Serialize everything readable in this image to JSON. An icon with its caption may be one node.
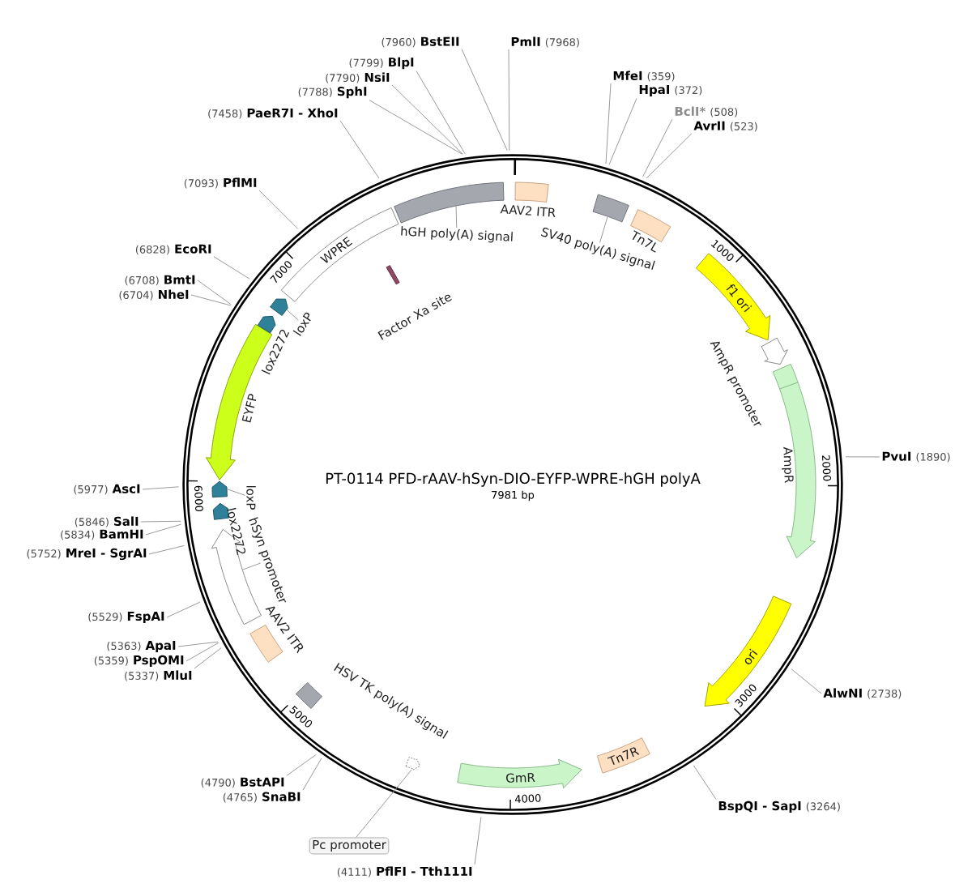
{
  "diagram": {
    "title": "PT-0114 PFD-rAAV-hSyn-DIO-EYFP-WPRE-hGH polyA",
    "nodes": [
      {
        "text": [
          "AAV2 ITR"
        ]
      },
      {
        "text": [],
        "shape": "box"
      },
      {
        "text": [
          "SV40 poly(A) signal"
        ]
      },
      {
        "text": [
          "Tn7L"
        ]
      },
      {
        "text": [
          "f1 ori"
        ]
      },
      {
        "text": [
          "AmpR promoter"
        ]
      },
      {
        "text": [
          "AmpR"
        ]
      },
      {
        "text": [
          "ori"
        ]
      },
      {
        "text": [
          "Tn7R"
        ]
      },
      {
        "text": [
          "GmR"
        ]
      },
      {
        "text": [],
        "shape": "bar"
      },
      {
        "text": [
          "Pc promoter"
        ]
      },
      {
        "text": [
          "HSV TK poly(A) signal"
        ]
      },
      {
        "text": [
          "AAV2 ITR"
        ]
      },
      {
        "text": [],
        "shape": "bar"
      },
      {
        "text": [
          "hSyn promoter"
        ]
      },
      {
        "text": [
          "lox2272"
        ]
      },
      {
        "text": [],
        "shape": "bar"
      },
      {
        "text": [
          "loxP"
        ]
      },
      {
        "text": [
          "EYFP"
        ]
      },
      {
        "text": [
          "lox2272"
        ]
      },
      {
        "text": [],
        "shape": "bar"
      },
      {
        "text": [
          "loxP"
        ]
      },
      {
        "text": [
          "WPRE"
        ]
      },
      {
        "text": [
          "Factor Xa site"
        ]
      },
      {
        "text": [],
        "shape": "box"
      },
      {
        "text": [
          "hGH poly(A) signal"
        ]
      },
      {
        "text": [
          "MfeI"
        ],
        "beside": [
          "(359)"
        ]
      },
      {
        "text": [
          "HpaI"
        ],
        "beside": [
          "(372)"
        ]
      },
      {
        "text": [
          "BclI*"
        ],
        "beside": [
          "(508)"
        ]
      },
      {
        "text": [
          "AvrII"
        ],
        "beside": [
          "(523)"
        ]
      },
      {
        "text": [
          "PvuI"
        ],
        "beside": [
          "(1890)"
        ]
      },
      {
        "text": [
          "AlwNI"
        ],
        "beside": [
          "(2738)"
        ]
      },
      {
        "text": [
          "BspQI - SapI"
        ],
        "beside": [
          "(3264)"
        ]
      },
      {
        "text": [
          "PflFI - Tth111I"
        ],
        "beside": [
          "(4111)"
        ]
      },
      {
        "text": [
          "SnaBI"
        ],
        "beside": [
          "(4765)"
        ]
      },
      {
        "text": [
          "BstAPI"
        ],
        "beside": [
          "(4790)"
        ]
      },
      {
        "text": [
          "MluI"
        ],
        "beside": [
          "(5337)"
        ]
      },
      {
        "text": [
          "PspOMI"
        ],
        "beside": [
          "(5359)"
        ]
      },
      {
        "text": [
          "ApaI"
        ],
        "beside": [
          "(5363)"
        ]
      },
      {
        "text": [
          "FspAI"
        ],
        "beside": [
          "(5529)"
        ]
      },
      {
        "text": [
          "MreI - SgrAI"
        ],
        "beside": [
          "(5752)"
        ]
      },
      {
        "text": [
          "BamHI"
        ],
        "beside": [
          "(5834)"
        ]
      },
      {
        "text": [
          "SalI"
        ],
        "beside": [
          "(5846)"
        ]
      },
      {
        "text": [
          "AscI"
        ],
        "beside": [
          "(5977)"
        ]
      },
      {
        "text": [
          "NheI"
        ],
        "beside": [
          "(6704)"
        ]
      },
      {
        "text": [
          "BmtI"
        ],
        "beside": [
          "(6708)"
        ]
      },
      {
        "text": [
          "EcoRI"
        ],
        "beside": [
          "(6828)"
        ]
      },
      {
        "text": [
          "PflMI"
        ],
        "beside": [
          "(7093)"
        ]
      },
      {
        "text": [
          "PaeR7I - XhoI"
        ],
        "beside": [
          "(7458)"
        ]
      },
      {
        "text": [
          "SphI"
        ],
        "beside": [
          "(7788)"
        ]
      },
      {
        "text": [
          "NsiI"
        ],
        "beside": [
          "(7790)"
        ]
      },
      {
        "text": [
          "BlpI"
        ],
        "beside": [
          "(7799)"
        ]
      },
      {
        "text": [
          "BstEII"
        ],
        "beside": [
          "(7960)"
        ]
      },
      {
        "text": [
          "PmlI"
        ],
        "beside": [
          "(7968)"
        ]
      }
    ],
    "edges": [
      {
        "from": 2,
        "to": 25,
        "arrow": "none"
      },
      {
        "from": 11,
        "to": 21,
        "arrow": "none"
      },
      {
        "from": 15,
        "to": 14,
        "arrow": "none"
      },
      {
        "from": 18,
        "to": 10,
        "arrow": "none"
      },
      {
        "from": 22,
        "to": 17,
        "arrow": "none"
      },
      {
        "from": 26,
        "to": 1,
        "arrow": "none"
      },
      {
        "from": 27,
        "to": null,
        "arrow": "none"
      },
      {
        "from": 28,
        "to": null,
        "arrow": "none"
      },
      {
        "from": 29,
        "to": null,
        "arrow": "none"
      },
      {
        "from": 30,
        "to": null,
        "arrow": "none"
      },
      {
        "from": 31,
        "to": null,
        "arrow": "none"
      },
      {
        "from": 32,
        "to": null,
        "arrow": "none"
      },
      {
        "from": 33,
        "to": null,
        "arrow": "none"
      },
      {
        "from": 34,
        "to": null,
        "arrow": "none"
      },
      {
        "from": 35,
        "to": null,
        "arrow": "none"
      },
      {
        "from": 36,
        "to": null,
        "arrow": "none"
      },
      {
        "from": 37,
        "to": null,
        "arrow": "none"
      },
      {
        "from": 38,
        "to": null,
        "arrow": "none"
      },
      {
        "from": 39,
        "to": null,
        "arrow": "none"
      },
      {
        "from": 40,
        "to": null,
        "arrow": "none"
      },
      {
        "from": 41,
        "to": null,
        "arrow": "none"
      },
      {
        "from": 42,
        "to": null,
        "arrow": "none"
      },
      {
        "from": 43,
        "to": null,
        "arrow": "none"
      },
      {
        "from": 44,
        "to": null,
        "arrow": "none"
      },
      {
        "from": 45,
        "to": null,
        "arrow": "none"
      },
      {
        "from": 46,
        "to": null,
        "arrow": "none"
      },
      {
        "from": 47,
        "to": null,
        "arrow": "none"
      },
      {
        "from": 48,
        "to": null,
        "arrow": "none"
      },
      {
        "from": 49,
        "to": null,
        "arrow": "none"
      },
      {
        "from": 50,
        "to": null,
        "arrow": "none"
      },
      {
        "from": 51,
        "to": null,
        "arrow": "none"
      },
      {
        "from": 52,
        "to": null,
        "arrow": "none"
      },
      {
        "from": 53,
        "to": null,
        "arrow": "none"
      },
      {
        "from": 54,
        "to": null,
        "arrow": "none"
      }
    ],
    "labels": [
      "7981 bp",
      "1000",
      "2000",
      "3000",
      "4000",
      "5000",
      "6000",
      "7000"
    ]
  }
}
